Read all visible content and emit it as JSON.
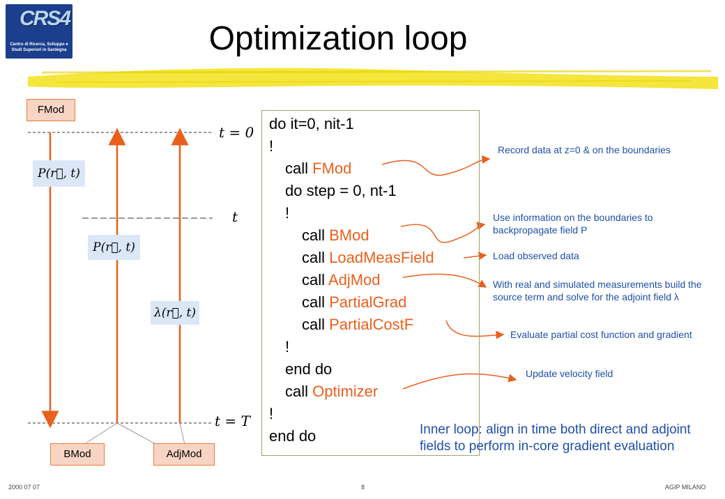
{
  "logo": {
    "mark": "CRS4",
    "caption": "Centro di Ricerca, Sviluppo e Studi Superiori in Sardegna"
  },
  "title": "Optimization loop",
  "diagram": {
    "fmod_label": "FMod",
    "bmod_label": "BMod",
    "adjmod_label": "AdjMod",
    "t0_label": "t = 0",
    "t_label": "t",
    "tT_label": "t = T",
    "formula_P1": "P(r⃗, t)",
    "formula_P2": "P(r⃗, t)",
    "formula_lambda": "λ(r⃗, t)"
  },
  "code": {
    "lines": [
      {
        "kw": "do it=0, nit-1",
        "name": ""
      },
      {
        "kw": "!",
        "name": ""
      },
      {
        "kw": "call ",
        "name": "FMod"
      },
      {
        "kw": "do step = 0, nt-1",
        "name": ""
      },
      {
        "kw": "!",
        "name": ""
      },
      {
        "kw": "call ",
        "name": "BMod"
      },
      {
        "kw": "call ",
        "name": "LoadMeasField"
      },
      {
        "kw": "call ",
        "name": "AdjMod"
      },
      {
        "kw": "call ",
        "name": "PartialGrad"
      },
      {
        "kw": "call ",
        "name": "PartialCostF"
      },
      {
        "kw": "!",
        "name": ""
      },
      {
        "kw": "end do",
        "name": ""
      },
      {
        "kw": "call ",
        "name": "Optimizer"
      },
      {
        "kw": "!",
        "name": ""
      },
      {
        "kw": "end do",
        "name": ""
      }
    ]
  },
  "notes": {
    "record": "Record data at z=0 & on the boundaries",
    "backprop": "Use information on the boundaries to backpropagate field P",
    "load": "Load observed data",
    "adjoint": "With real and simulated measurements build the source term and solve for the adjoint field λ",
    "evaluate": "Evaluate partial cost function and gradient",
    "update": "Update velocity field"
  },
  "inner_loop": {
    "label": "Inner loop",
    "text": ": align in time both direct and adjoint fields to perform in-core gradient evaluation"
  },
  "footer": {
    "date": "2000 07 07",
    "page": "8",
    "org": "AGIP MILANO"
  },
  "colors": {
    "accent_orange": "#e8601c",
    "note_blue": "#1e4fa8",
    "highlight_yellow": "#f2e21a",
    "box_fill": "#f8d4c4",
    "formula_fill": "#dbe7f6"
  }
}
